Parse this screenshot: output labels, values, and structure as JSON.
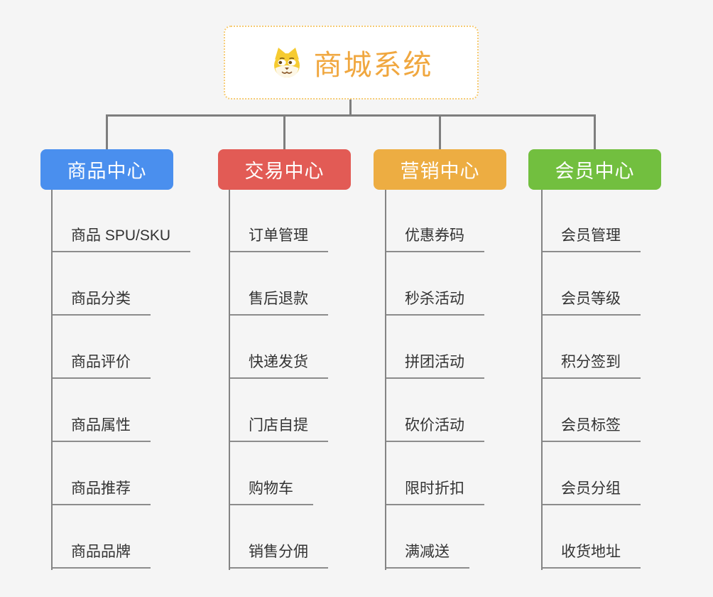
{
  "root": {
    "title": "商城系统",
    "icon": "dog-face",
    "text_color": "#f0a73f",
    "border_color": "#f6cb74"
  },
  "connector_color": "#7e7e7e",
  "branches": [
    {
      "label": "商品中心",
      "color": "#4a8fee",
      "items": [
        "商品 SPU/SKU",
        "商品分类",
        "商品评价",
        "商品属性",
        "商品推荐",
        "商品品牌"
      ]
    },
    {
      "label": "交易中心",
      "color": "#e25b55",
      "items": [
        "订单管理",
        "售后退款",
        "快递发货",
        "门店自提",
        "购物车",
        "销售分佣"
      ]
    },
    {
      "label": "营销中心",
      "color": "#edad42",
      "items": [
        "优惠券码",
        "秒杀活动",
        "拼团活动",
        "砍价活动",
        "限时折扣",
        "满减送"
      ]
    },
    {
      "label": "会员中心",
      "color": "#72bf3f",
      "items": [
        "会员管理",
        "会员等级",
        "积分签到",
        "会员标签",
        "会员分组",
        "收货地址"
      ]
    }
  ]
}
